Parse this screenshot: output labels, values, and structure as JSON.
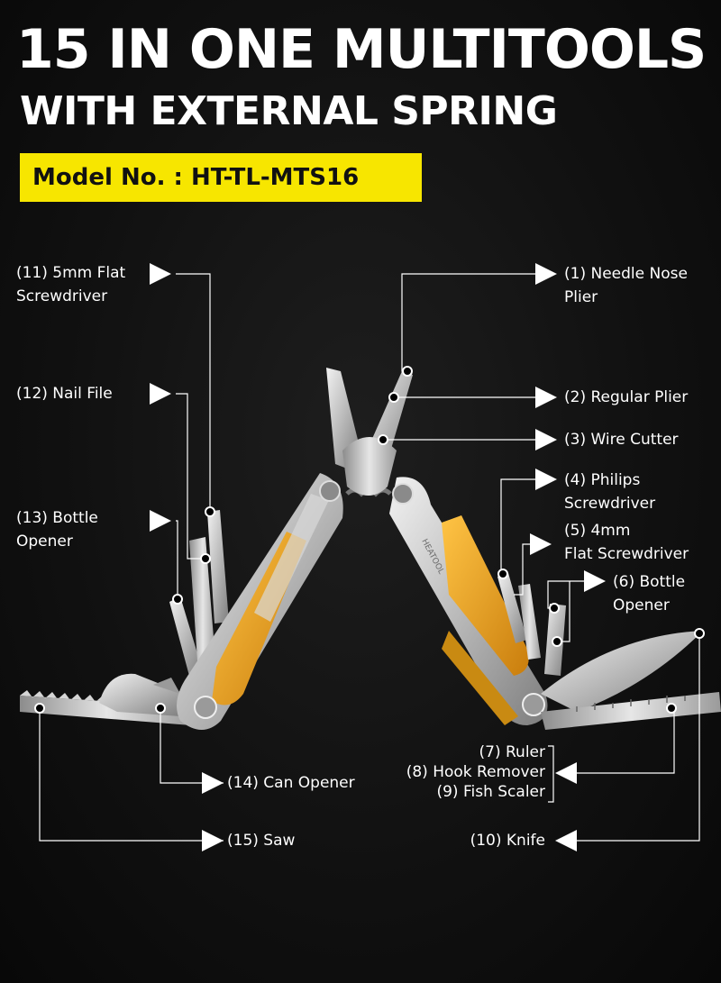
{
  "title": {
    "line1": "15 IN ONE MULTITOOLS",
    "line2": "WITH EXTERNAL SPRING"
  },
  "model": "Model No. : HT-TL-MTS16",
  "brand_stamp": "HEATOOL",
  "colors": {
    "background": "#111111",
    "accent_yellow": "#f7e600",
    "handle_orange": "#f0a81e",
    "steel": "#c9c9c9"
  },
  "labels": {
    "l1_line1": "(1) Needle Nose",
    "l1_line2": "Plier",
    "l2": "(2) Regular Plier",
    "l3": "(3) Wire Cutter",
    "l4_line1": "(4) Philips",
    "l4_line2": "Screwdriver",
    "l5_line1": "(5) 4mm",
    "l5_line2": "Flat Screwdriver",
    "l6_line1": "(6) Bottle",
    "l6_line2": "Opener",
    "l7": "(7) Ruler",
    "l8": "(8) Hook Remover",
    "l9": "(9) Fish Scaler",
    "l10": "(10) Knife",
    "l11_line1": "(11) 5mm Flat",
    "l11_line2": "Screwdriver",
    "l12": "(12) Nail File",
    "l13_line1": "(13) Bottle",
    "l13_line2": "Opener",
    "l14": "(14) Can Opener",
    "l15": "(15) Saw"
  }
}
